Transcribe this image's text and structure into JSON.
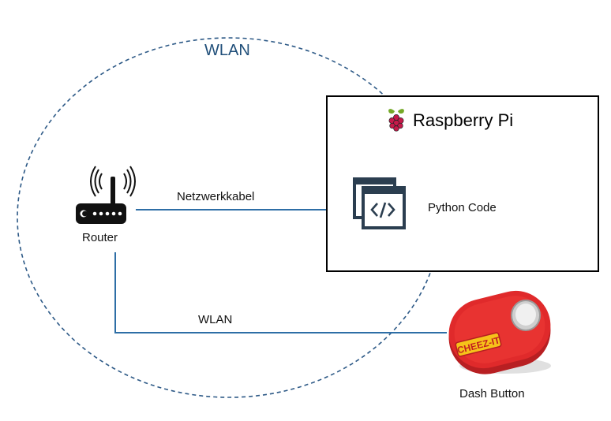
{
  "diagram": {
    "wlan_zone_label": "WLAN",
    "raspberry_pi": {
      "title": "Raspberry Pi",
      "python_label": "Python Code"
    },
    "router": {
      "label": "Router"
    },
    "links": {
      "cable_label": "Netzwerkkabel",
      "wlan_label": "WLAN"
    },
    "dash_button": {
      "label": "Dash Button",
      "brand_text": "CHEEZ-IT"
    },
    "colors": {
      "zone_dash": "#2e5a87",
      "link_line": "#2e6ea6",
      "wlan_label": "#1f4e79",
      "code_icon": "#2b3e50",
      "raspberry_red": "#c51a4a",
      "dash_red": "#d62527"
    },
    "icons": [
      "raspberry-pi-logo-icon",
      "code-window-icon",
      "wifi-router-icon",
      "dash-button-device"
    ]
  }
}
